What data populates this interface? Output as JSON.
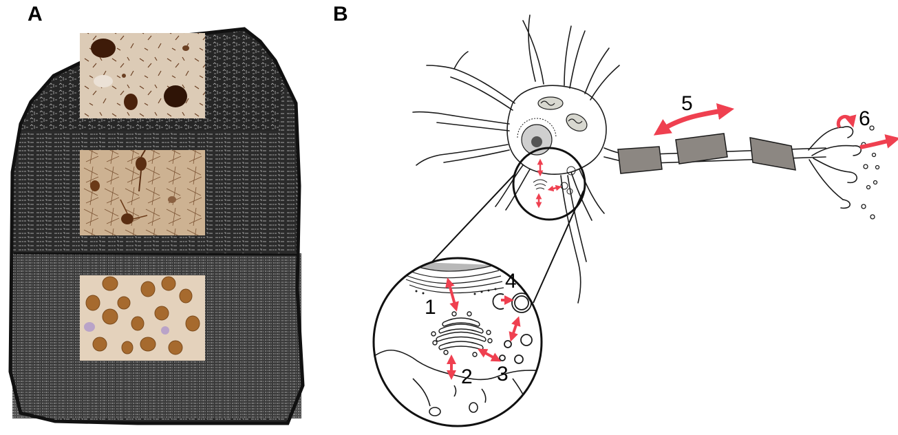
{
  "panels": {
    "a": {
      "label": "A"
    },
    "b": {
      "label": "B"
    }
  },
  "steps": [
    "1",
    "2",
    "3",
    "4",
    "5",
    "6"
  ],
  "colors": {
    "stone": "#2b2b2b",
    "stone_text": "#d9d9d9",
    "tissue_bg": "#d9c2a8",
    "stain_dark": "#5a2e12",
    "stain_nuclei": "#a66a2e",
    "arrow": "#ef4050",
    "myelin": "#8c8782",
    "line": "#1a1a1a"
  }
}
